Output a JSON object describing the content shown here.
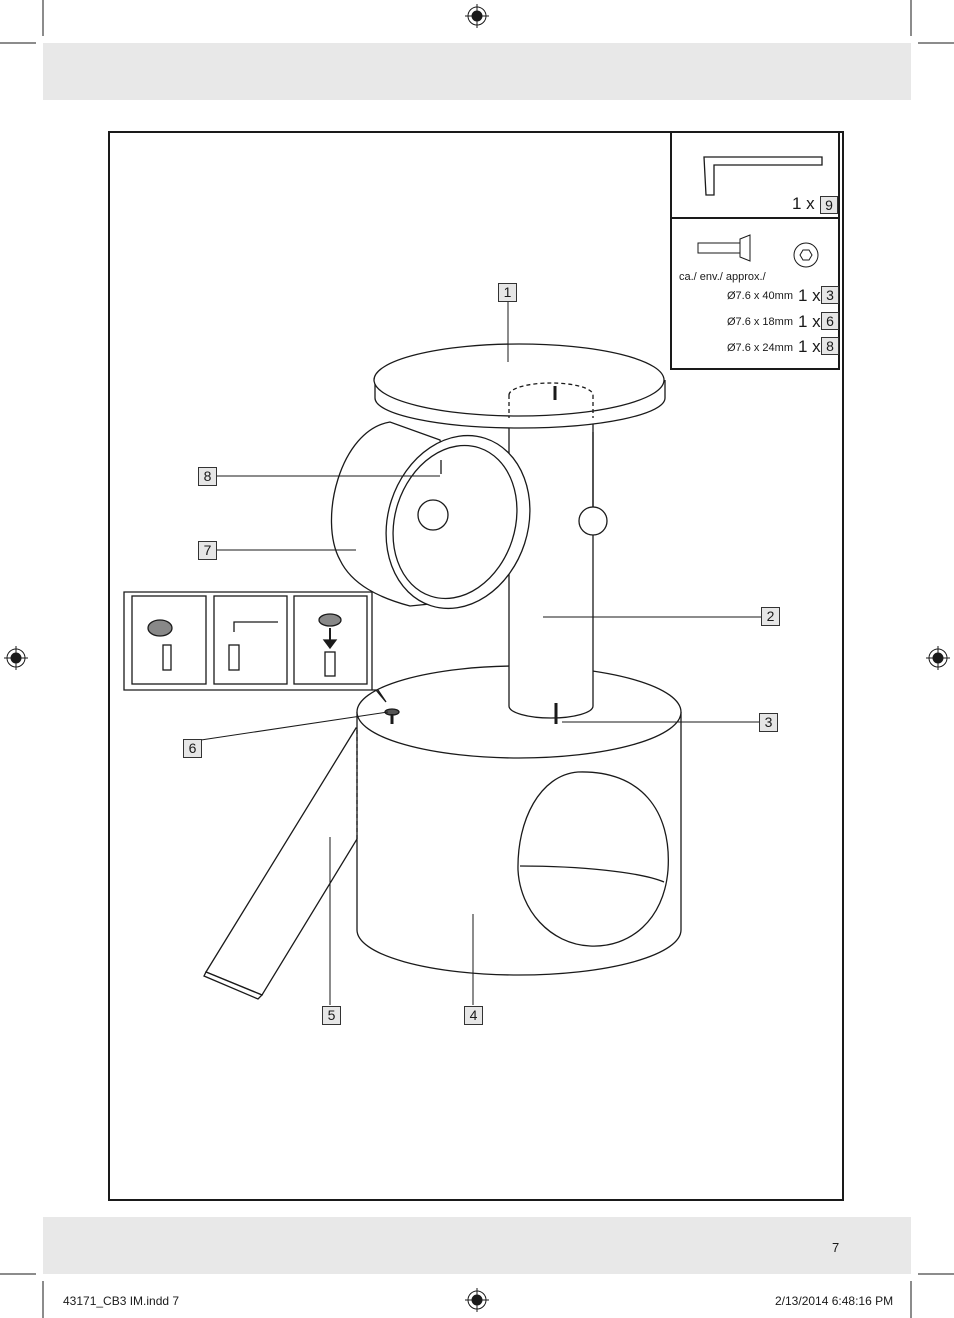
{
  "page_number": "7",
  "slug": {
    "file": "43171_CB3 IM.indd   7",
    "timestamp": "2/13/2014   6:48:16 PM"
  },
  "parts_box": {
    "wrench": {
      "qty": "1 x",
      "part": "9"
    },
    "screws_note": "ca./ env./ approx./",
    "screws": [
      {
        "size": "Ø7.6 x 40mm",
        "qty": "1 x",
        "part": "3"
      },
      {
        "size": "Ø7.6 x 18mm",
        "qty": "1 x",
        "part": "6"
      },
      {
        "size": "Ø7.6 x 24mm",
        "qty": "1 x",
        "part": "8"
      }
    ]
  },
  "labels": {
    "platform": "1",
    "post": "2",
    "post_screw": "3",
    "base_drum": "4",
    "ramp": "5",
    "ramp_screw": "6",
    "tunnel": "7",
    "tunnel_screw": "8"
  }
}
